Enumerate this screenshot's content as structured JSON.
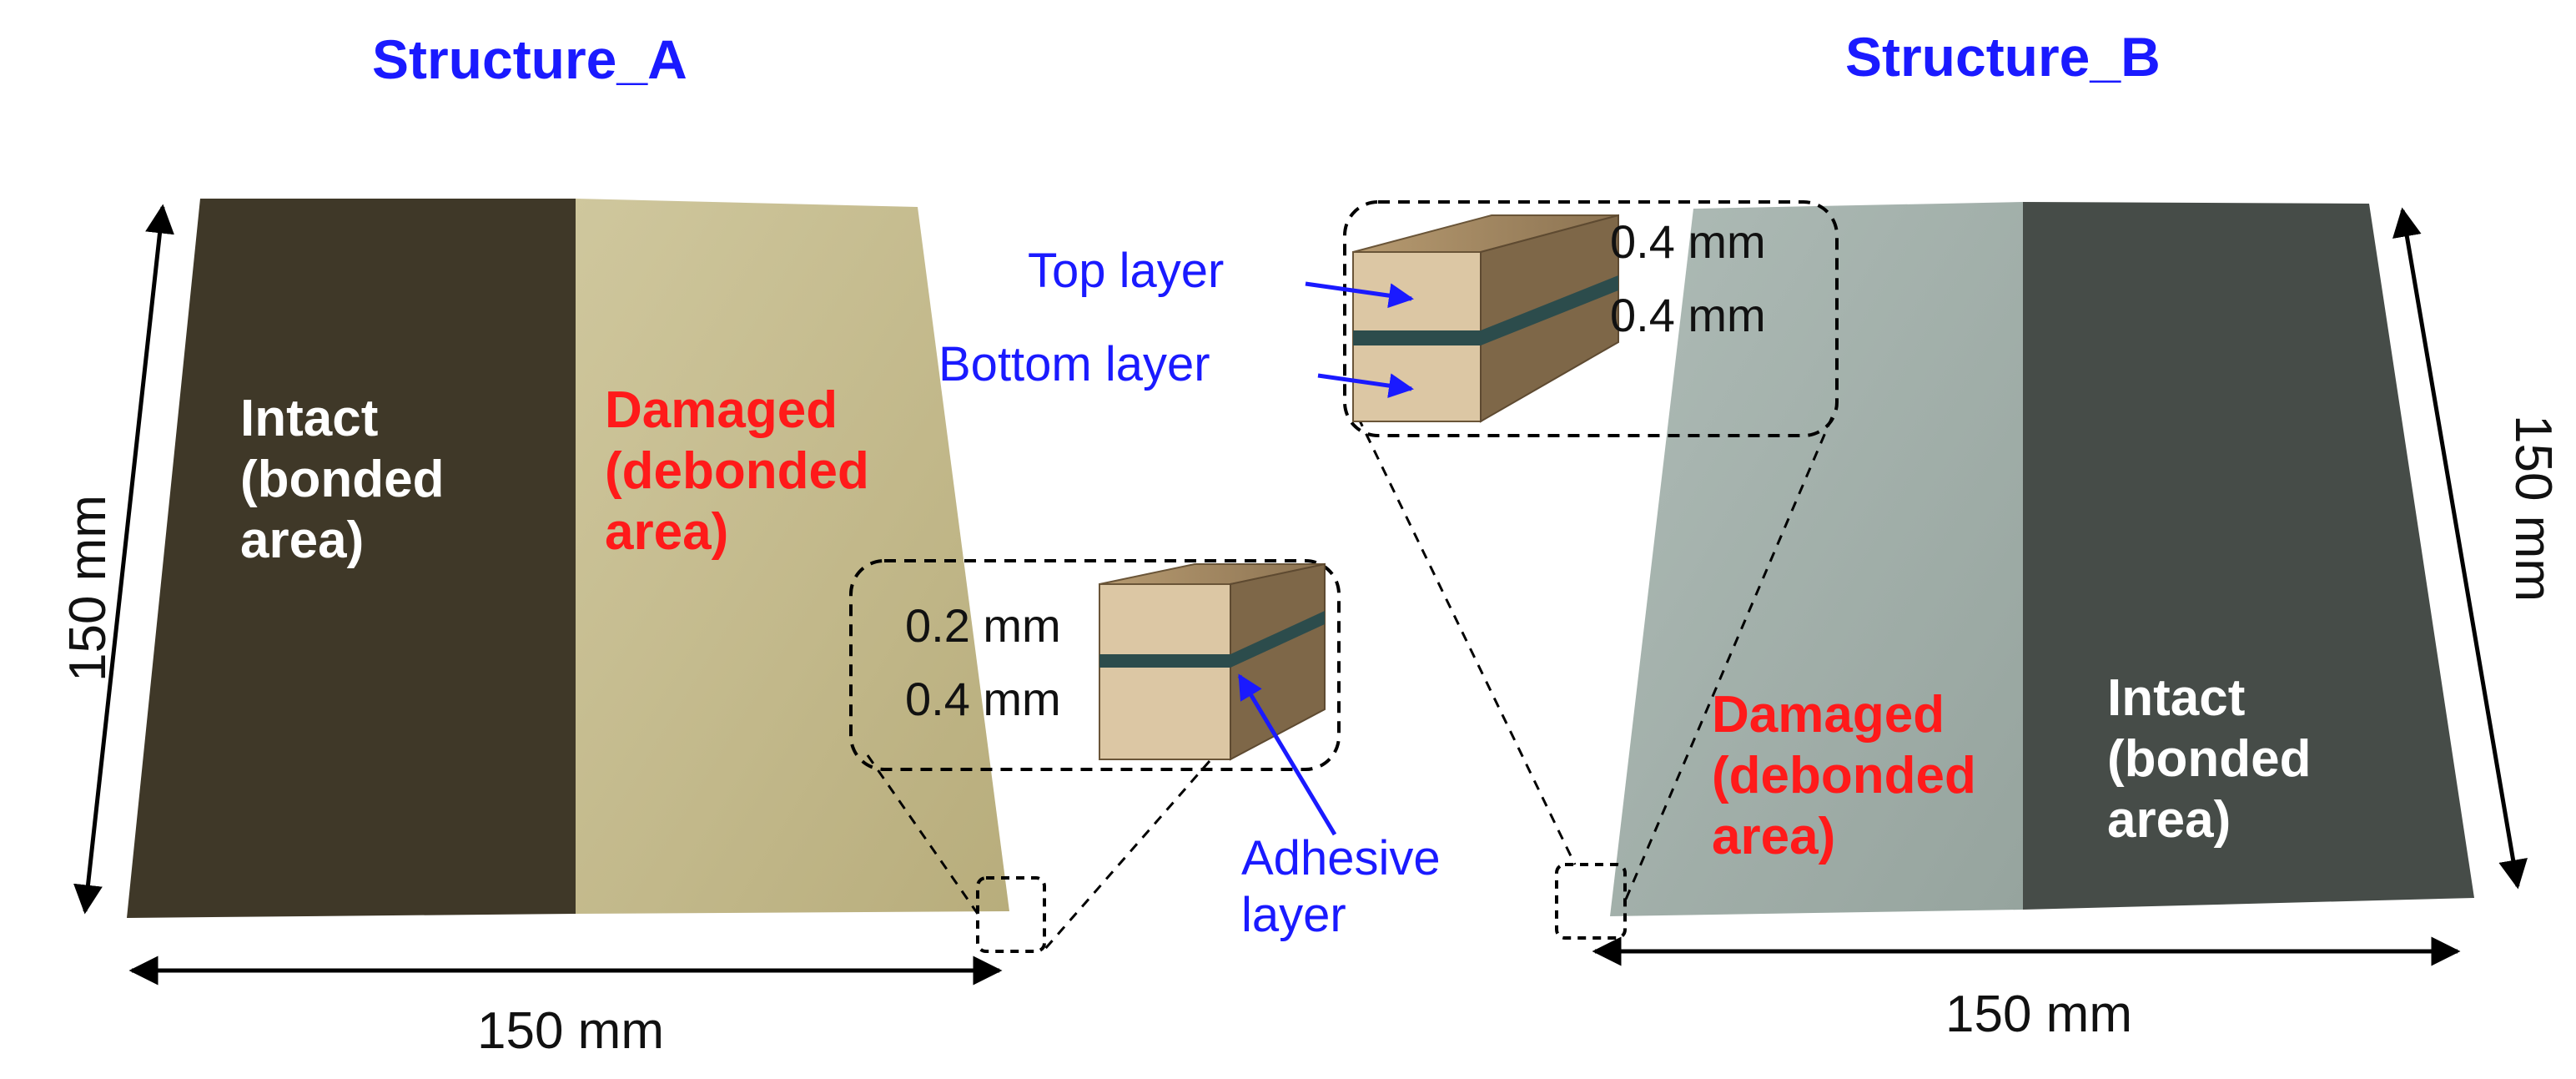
{
  "structure_a": {
    "title": "Structure_A",
    "intact_label": "Intact\n(bonded\narea)",
    "damaged_label": "Damaged\n(debonded\narea)",
    "width_dim": "150 mm",
    "height_dim": "150 mm",
    "inset": {
      "top_thickness": "0.2 mm",
      "bottom_thickness": "0.4 mm",
      "adhesive_label": "Adhesive\nlayer"
    },
    "colors": {
      "intact": "#3f3828",
      "damaged": "#c7bd8c"
    }
  },
  "structure_b": {
    "title": "Structure_B",
    "intact_label": "Intact\n(bonded\narea)",
    "damaged_label": "Damaged\n(debonded\narea)",
    "width_dim": "150 mm",
    "height_dim": "150 mm",
    "inset": {
      "top_thickness": "0.4 mm",
      "bottom_thickness": "0.4 mm",
      "top_layer_label": "Top layer",
      "bottom_layer_label": "Bottom layer"
    },
    "colors": {
      "intact": "#464c48",
      "damaged": "#a2b0ab"
    }
  }
}
